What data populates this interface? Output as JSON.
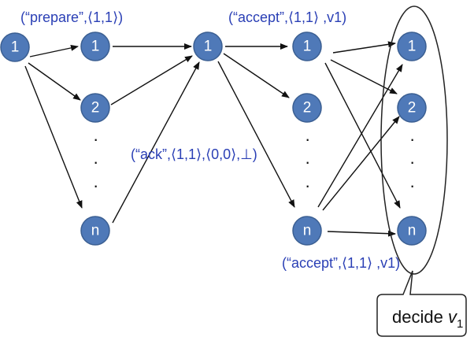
{
  "messages": {
    "prepare": "(“prepare”,⟨1,1⟩)",
    "ack": "(“ack”,⟨1,1⟩,⟨0,0⟩,⊥)",
    "accept_top": "(“accept”,⟨1,1⟩ ,v1)",
    "accept_bottom": "(“accept”,⟨1,1⟩ ,v1)"
  },
  "nodes": {
    "col0": [
      "1"
    ],
    "col1": [
      "1",
      "2",
      "n"
    ],
    "col2": [
      "1"
    ],
    "col3": [
      "1",
      "2",
      "n"
    ],
    "col4": [
      "1",
      "2",
      "n"
    ]
  },
  "ellipsis": "·",
  "decision": {
    "text": "decide ",
    "var": "v",
    "sub": "1"
  },
  "colors": {
    "node_fill": "#4f79b8",
    "message_text": "#2a3fb5",
    "arrows": "#111111"
  }
}
